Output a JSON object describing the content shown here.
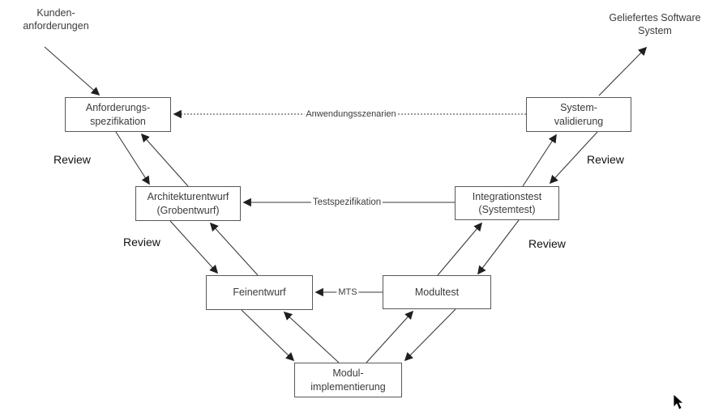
{
  "external_labels": {
    "kundenanforderungen": {
      "line1": "Kunden-",
      "line2": "anforderungen"
    },
    "geliefertes_software_system": {
      "line1": "Geliefertes Software",
      "line2": "System"
    }
  },
  "boxes": {
    "anforderungsspezifikation": {
      "line1": "Anforderungs-",
      "line2": "spezifikation"
    },
    "systemvalidierung": {
      "line1": "System-",
      "line2": "validierung"
    },
    "architekturentwurf": {
      "line1": "Architekturentwurf",
      "line2": "(Grobentwurf)"
    },
    "integrationstest": {
      "line1": "Integrationstest",
      "line2": "(Systemtest)"
    },
    "feinentwurf": {
      "line1": "Feinentwurf"
    },
    "modultest": {
      "line1": "Modultest"
    },
    "modulimplementierung": {
      "line1": "Modul-",
      "line2": "implementierung"
    }
  },
  "flow_labels": {
    "anwendungsszenarien": "Anwendungsszenarien",
    "testspezifikation": "Testspezifikation",
    "mts": "MTS"
  },
  "review_labels": {
    "left_top": "Review",
    "left_mid": "Review",
    "right_top": "Review",
    "right_mid": "Review"
  },
  "colors": {
    "background": "#ffffff",
    "box_border": "#595959",
    "line": "#2b2b2b",
    "text": "#3b3b3b",
    "review_text": "#111111"
  }
}
